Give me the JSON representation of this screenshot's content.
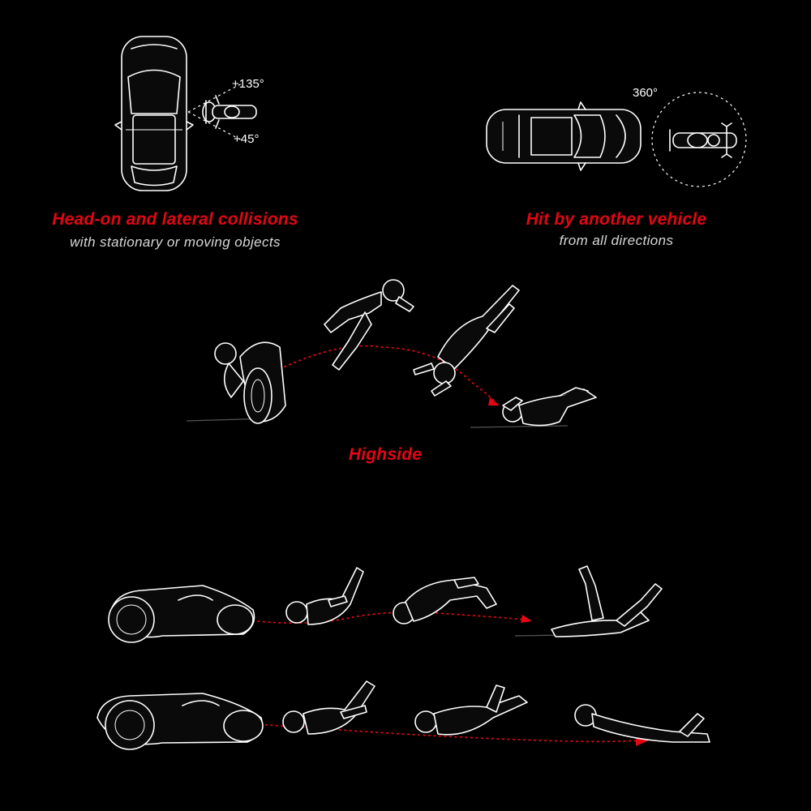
{
  "panels": {
    "head_on": {
      "title": "Head-on and lateral collisions",
      "subtitle": "with stationary or moving objects",
      "angle_top": "+135°",
      "angle_bottom": "+45°"
    },
    "hit_by_vehicle": {
      "title": "Hit by another vehicle",
      "subtitle": "from all directions",
      "angle": "360°"
    },
    "highside": {
      "title": "Highside"
    }
  },
  "colors": {
    "background": "#000000",
    "accent": "#e30613",
    "line": "#ffffff",
    "subtitle": "#d8d8d8"
  }
}
